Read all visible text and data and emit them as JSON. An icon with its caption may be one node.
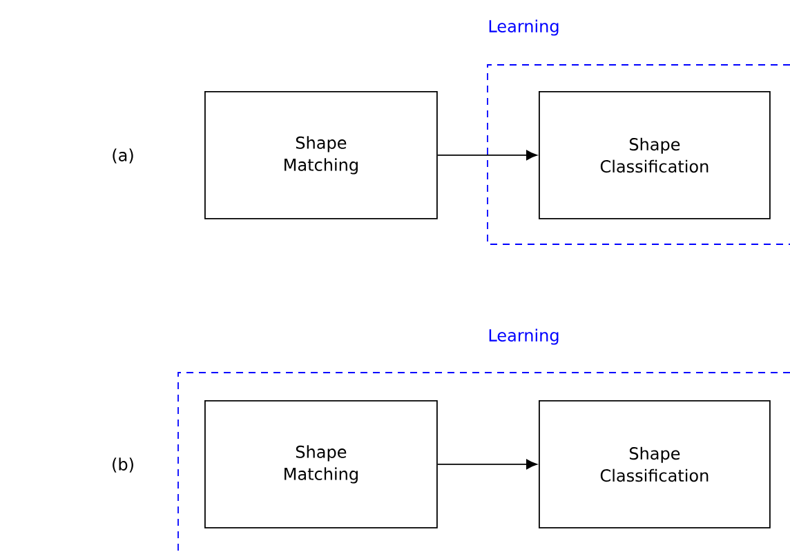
{
  "diagram": {
    "nodes": [
      {
        "text": [
          "Learning"
        ]
      },
      {
        "text": [
          "Shape Matching"
        ]
      },
      {
        "text": [
          "Shape Classification"
        ],
        "in": 0
      },
      {
        "text": [
          "Learning"
        ]
      },
      {
        "text": [
          "Shape Matching"
        ],
        "in": 3
      },
      {
        "text": [
          "Shape Classification"
        ],
        "in": 3
      }
    ],
    "edges": [
      {
        "from": 1,
        "to": 2,
        "arrow": "to"
      },
      {
        "from": 4,
        "to": 5,
        "arrow": "to"
      }
    ],
    "labels": [
      "(a)",
      "(b)"
    ]
  }
}
